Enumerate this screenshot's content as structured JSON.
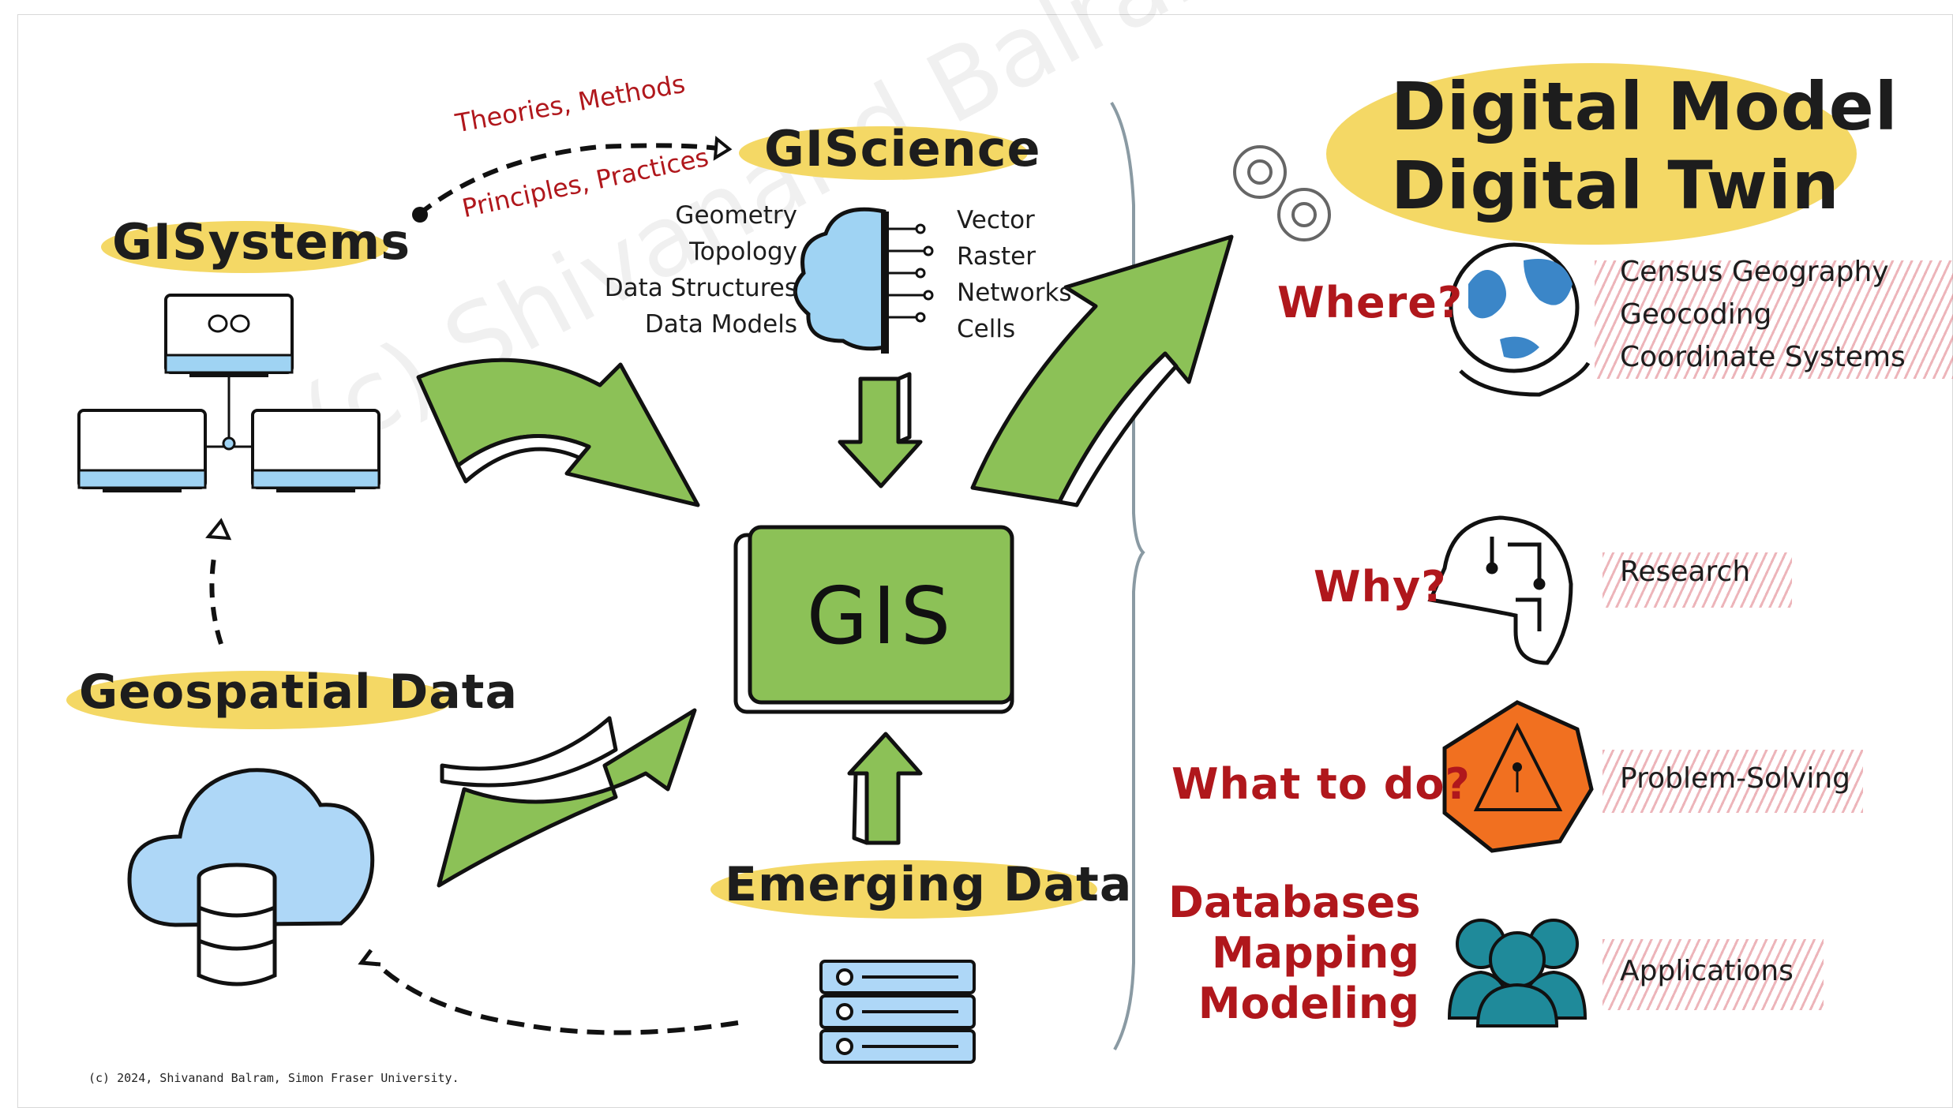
{
  "watermark": "(c) Shivanand Balram, Simon Fraser University",
  "copyright": "(c) 2024, Shivanand Balram, Simon Fraser University.",
  "left": {
    "gisystems": "GISystems",
    "giscience": "GIScience",
    "theories": "Theories, Methods",
    "principles": "Principles, Practices",
    "geometry_items": [
      "Geometry",
      "Topology",
      "Data Structures",
      "Data Models"
    ],
    "model_items": [
      "Vector",
      "Raster",
      "Networks",
      "Cells"
    ],
    "gis": "GIS",
    "geospatial": "Geospatial Data",
    "emerging": "Emerging Data"
  },
  "right": {
    "title_line1": "Digital Model",
    "title_line2": "Digital Twin",
    "where": "Where?",
    "where_items": [
      "Census Geography",
      "Geocoding",
      "Coordinate Systems"
    ],
    "why": "Why?",
    "why_item": "Research",
    "what": "What to do?",
    "what_item": "Problem-Solving",
    "db_lines": [
      "Databases",
      "Mapping",
      "Modeling"
    ],
    "db_item": "Applications"
  },
  "colors": {
    "highlight": "#f4d865",
    "arrow_green": "#8cc157",
    "red_text": "#b0171c",
    "screen_blue": "#9fd3f3",
    "cloud_blue": "#aed7f7",
    "d20_orange": "#f17020",
    "people_teal": "#1f8a9a"
  }
}
